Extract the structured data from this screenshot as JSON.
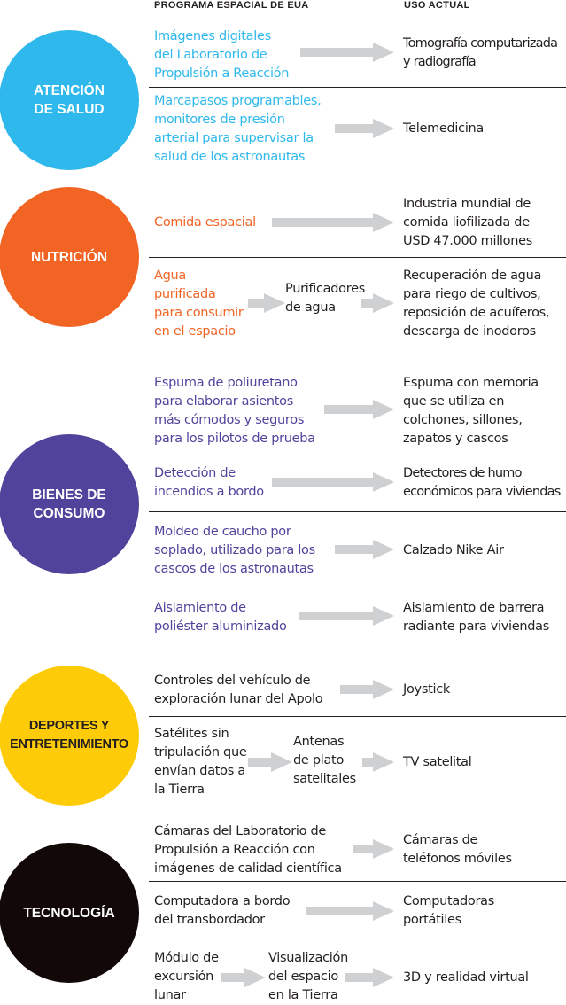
{
  "headers": {
    "left": "PROGRAMA ESPACIAL DE EUA",
    "right": "USO ACTUAL"
  },
  "colors": {
    "salud": "#2fb8ec",
    "nutricion": "#f26424",
    "consumo": "#51439b",
    "deportes": "#fdcb07",
    "tecnologia": "#120808",
    "arrow": "#cfd0d2",
    "rule": "#231f20"
  },
  "categories": [
    {
      "id": "salud",
      "label": "ATENCIÓN\nDE SALUD"
    },
    {
      "id": "nutricion",
      "label": "NUTRICIÓN"
    },
    {
      "id": "consumo",
      "label": "BIENES DE\nCONSUMO"
    },
    {
      "id": "deportes",
      "label": "DEPORTES Y\nENTRETENIMIENTO"
    },
    {
      "id": "tecnologia",
      "label": "TECNOLOGÍA"
    }
  ],
  "rows": [
    {
      "category": "salud",
      "source": "Imágenes digitales\ndel Laboratorio de\nPropulsión a Reacción",
      "use": "Tomografía computarizada\ny radiografía"
    },
    {
      "category": "salud",
      "source": "Marcapasos programables,\nmonitores de presión\narterial para supervisar la\nsalud de los astronautas",
      "use": "Telemedicina"
    },
    {
      "category": "nutricion",
      "source": "Comida espacial",
      "use": "Industria mundial de\ncomida liofilizada de\nUSD 47.000 millones"
    },
    {
      "category": "nutricion",
      "source": "Agua\npurificada\npara consumir\nen el espacio",
      "intermediate": "Purificadores\nde agua",
      "use": "Recuperación de agua\npara riego de cultivos,\nreposición de acuíferos,\ndescarga de inodoros"
    },
    {
      "category": "consumo",
      "source": "Espuma de poliuretano\npara elaborar asientos\nmás cómodos y seguros\npara los pilotos de prueba",
      "use": "Espuma con memoria\nque se utiliza en\ncolchones, sillones,\nzapatos y cascos"
    },
    {
      "category": "consumo",
      "source": "Detección de\nincendios a bordo",
      "use": "Detectores de humo\neconómicos para viviendas"
    },
    {
      "category": "consumo",
      "source": "Moldeo de caucho por\nsoplado, utilizado para los\ncascos de los astronautas",
      "use": "Calzado Nike Air"
    },
    {
      "category": "consumo",
      "source": "Aislamiento de\npoliéster aluminizado",
      "use": "Aislamiento de barrera\nradiante para viviendas"
    },
    {
      "category": "deportes",
      "source": "Controles del vehículo de\nexploración lunar del Apolo",
      "use": "Joystick"
    },
    {
      "category": "deportes",
      "source": "Satélites sin\ntripulación que\nenvían datos a\nla Tierra",
      "intermediate": "Antenas\nde plato\nsatelitales",
      "use": "TV satelital"
    },
    {
      "category": "tecnologia",
      "source": "Cámaras del Laboratorio de\nPropulsión a Reacción con\nimágenes de calidad científica",
      "use": "Cámaras de\nteléfonos móviles"
    },
    {
      "category": "tecnologia",
      "source": "Computadora a bordo\ndel transbordador",
      "use": "Computadoras\nportátiles"
    },
    {
      "category": "tecnologia",
      "source": "Módulo de\nexcursión\nlunar",
      "intermediate": "Visualización\ndel espacio\nen la Tierra",
      "use": "3D y realidad virtual"
    }
  ]
}
